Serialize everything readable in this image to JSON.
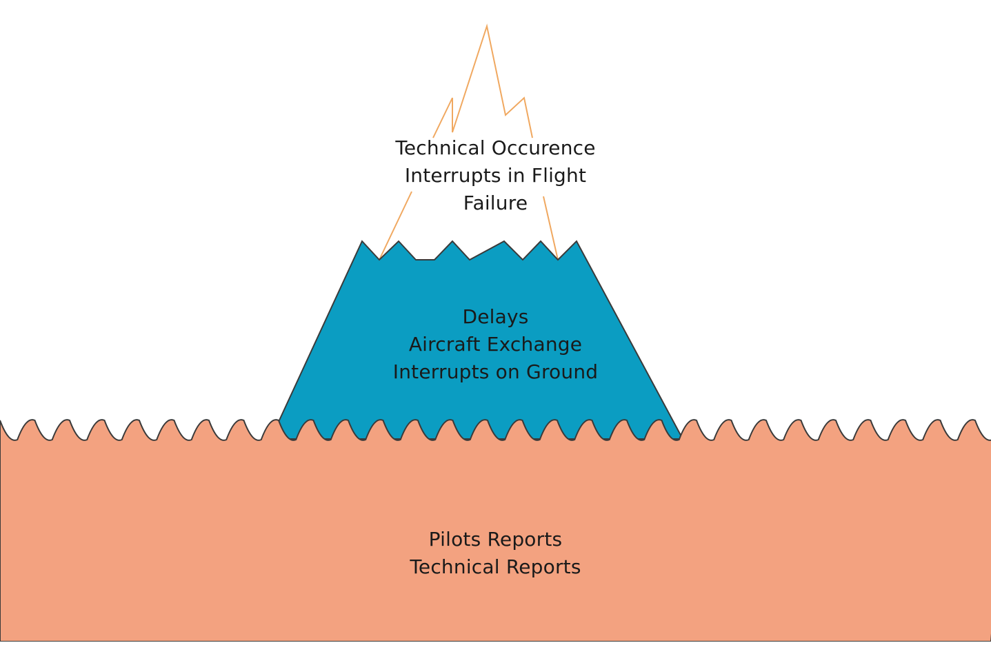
{
  "colors": {
    "background": "#ffffff",
    "peak_outline": "#f0a860",
    "iceberg_fill": "#0b9dc2",
    "outline": "#3a3a3a",
    "water_fill": "#f3a280"
  },
  "tip": {
    "lines": [
      "Technical Occurence",
      "Interrupts in Flight",
      "Failure"
    ]
  },
  "middle": {
    "lines": [
      "Delays",
      "Aircraft Exchange",
      "Interrupts on Ground"
    ]
  },
  "base": {
    "lines": [
      "Pilots Reports",
      "Technical Reports"
    ]
  }
}
